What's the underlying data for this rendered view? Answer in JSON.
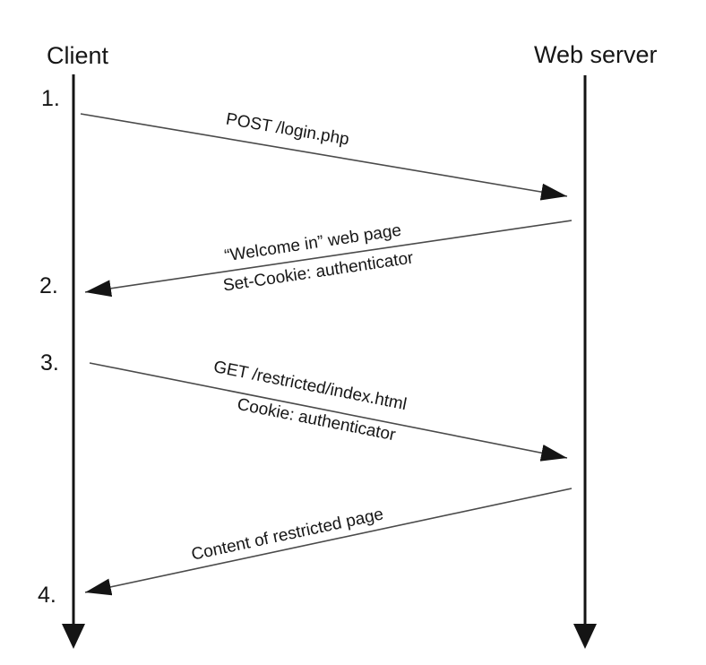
{
  "diagram": {
    "actors": [
      {
        "name": "Client"
      },
      {
        "name": "Web server"
      }
    ],
    "steps": [
      {
        "number": "1.",
        "direction": "client-to-server",
        "lines": [
          "POST /login.php"
        ]
      },
      {
        "number": "2.",
        "direction": "server-to-client",
        "lines": [
          "“Welcome in” web page",
          "Set-Cookie: authenticator"
        ]
      },
      {
        "number": "3.",
        "direction": "client-to-server",
        "lines": [
          "GET /restricted/index.html",
          "Cookie: authenticator"
        ]
      },
      {
        "number": "4.",
        "direction": "server-to-client",
        "lines": [
          "Content of restricted page"
        ]
      }
    ],
    "colors": {
      "background": "#ffffff",
      "lifeline": "#141414",
      "message_line": "#4a4a4a",
      "arrowhead": "#141414",
      "text": "#161616"
    }
  }
}
